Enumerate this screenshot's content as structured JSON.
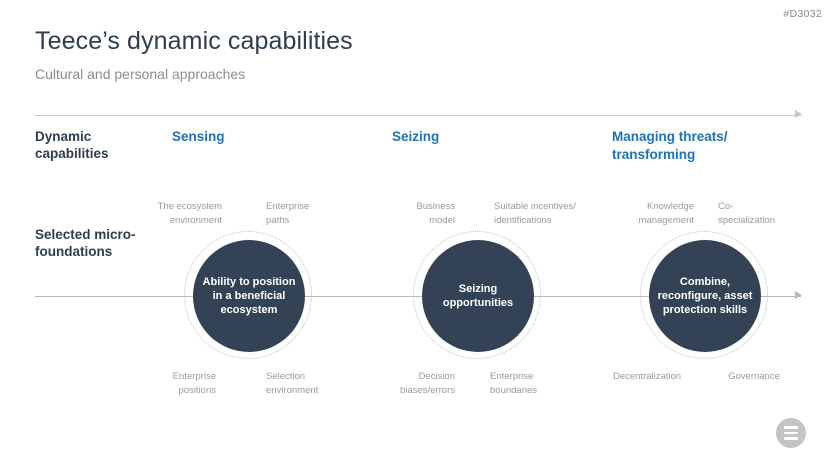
{
  "header": {
    "doc_code": "#D3032",
    "title": "Teece’s dynamic capabilities",
    "subtitle": "Cultural and personal approaches"
  },
  "rows": {
    "dynamic_capabilities_label": "Dynamic\ncapabilities",
    "microfoundations_label": "Selected micro-\nfoundations"
  },
  "phases": [
    {
      "label": "Sensing"
    },
    {
      "label": "Seizing"
    },
    {
      "label": "Managing threats/\ntransforming"
    }
  ],
  "nodes": [
    {
      "bubble_text": "Ability to position\nin a beneficial\necosystem",
      "top_left": "The ecosystem\nenvironment",
      "top_right": "Enterprise\npaths",
      "bottom_left": "Enterprise\npositions",
      "bottom_right": "Selection\nenvironment"
    },
    {
      "bubble_text": "Seizing\nopportunities",
      "top_left": "Business\nmodel",
      "top_right": "Suitable incentives/\nidentifications",
      "bottom_left": "Decision\nbiases/errors",
      "bottom_right": "Enterprise\nboundaries"
    },
    {
      "bubble_text": "Combine,\nreconfigure, asset\nprotection skills",
      "top_left": "Knowledge\nmanagement",
      "top_right": "Co-\nspecialization",
      "bottom_left": "Decentralization",
      "bottom_right": "Governance"
    }
  ],
  "footer": {
    "menu_icon": "hamburger-menu-icon"
  },
  "colors": {
    "title": "#2c3e50",
    "subtitle": "#8c8c8c",
    "phase_accent": "#1f72b8",
    "bubble_fill": "#344256",
    "caption": "#9a9a9a",
    "axis": "#c0c0c0",
    "badge": "#c4c4c4"
  }
}
